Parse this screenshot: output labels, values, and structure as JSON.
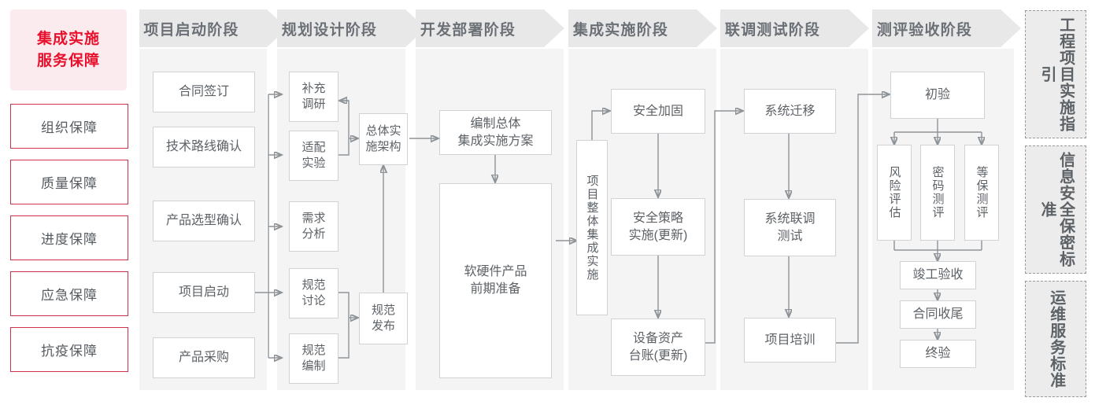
{
  "left_panel": {
    "title": "集成实施\n服务保障",
    "title_color": "#e8112d",
    "background": "#fcebee",
    "items": [
      {
        "label": "组织保障"
      },
      {
        "label": "质量保障"
      },
      {
        "label": "进度保障"
      },
      {
        "label": "应急保障"
      },
      {
        "label": "抗疫保障"
      }
    ]
  },
  "phases": [
    {
      "id": "p1",
      "header": "项目启动阶段"
    },
    {
      "id": "p2",
      "header": "规划设计阶段"
    },
    {
      "id": "p3",
      "header": "开发部署阶段"
    },
    {
      "id": "p4",
      "header": "集成实施阶段"
    },
    {
      "id": "p5",
      "header": "联调测试阶段"
    },
    {
      "id": "p6",
      "header": "测评验收阶段"
    }
  ],
  "nodes": {
    "n_contract": "合同签订",
    "n_techroute": "技术路线确认",
    "n_product": "产品选型确认",
    "n_kickoff": "项目启动",
    "n_purchase": "产品采购",
    "n_survey": "补充\n调研",
    "n_adapt": "适配\n实验",
    "n_require": "需求\n分析",
    "n_specdisc": "规范\n讨论",
    "n_specdraft": "规范\n编制",
    "n_specpub": "规范\n发布",
    "n_arch": "总体实\n施架构",
    "n_planmake": "编制总体\n集成实施方案",
    "n_prepare": "软硬件产品\n前期准备",
    "n_overall": "项目整体集成实施",
    "n_harden": "安全加固",
    "n_policy": "安全策略\n实施(更新)",
    "n_asset": "设备资产\n台账(更新)",
    "n_migrate": "系统迁移",
    "n_jointtest": "系统联调\n测试",
    "n_training": "项目培训",
    "n_firstacc": "初验",
    "n_risk": "风险评估",
    "n_crypto": "密码测评",
    "n_grade": "等保测评",
    "n_finishacc": "竣工验收",
    "n_closecon": "合同收尾",
    "n_finalacc": "终验"
  },
  "standards": [
    {
      "id": "s1",
      "label": "工程项目实施指引"
    },
    {
      "id": "s2",
      "label": "信息安全保密标准"
    },
    {
      "id": "s3",
      "label": "运维服务标准"
    }
  ],
  "colors": {
    "accent_red": "#e8112d",
    "border_red": "#d0304a",
    "panel_grey": "#f4f4f4",
    "header_grey": "#e8e8e8",
    "node_border": "#cfd3d6",
    "text_grey": "#5d6267",
    "link_grey": "#8e9398"
  }
}
